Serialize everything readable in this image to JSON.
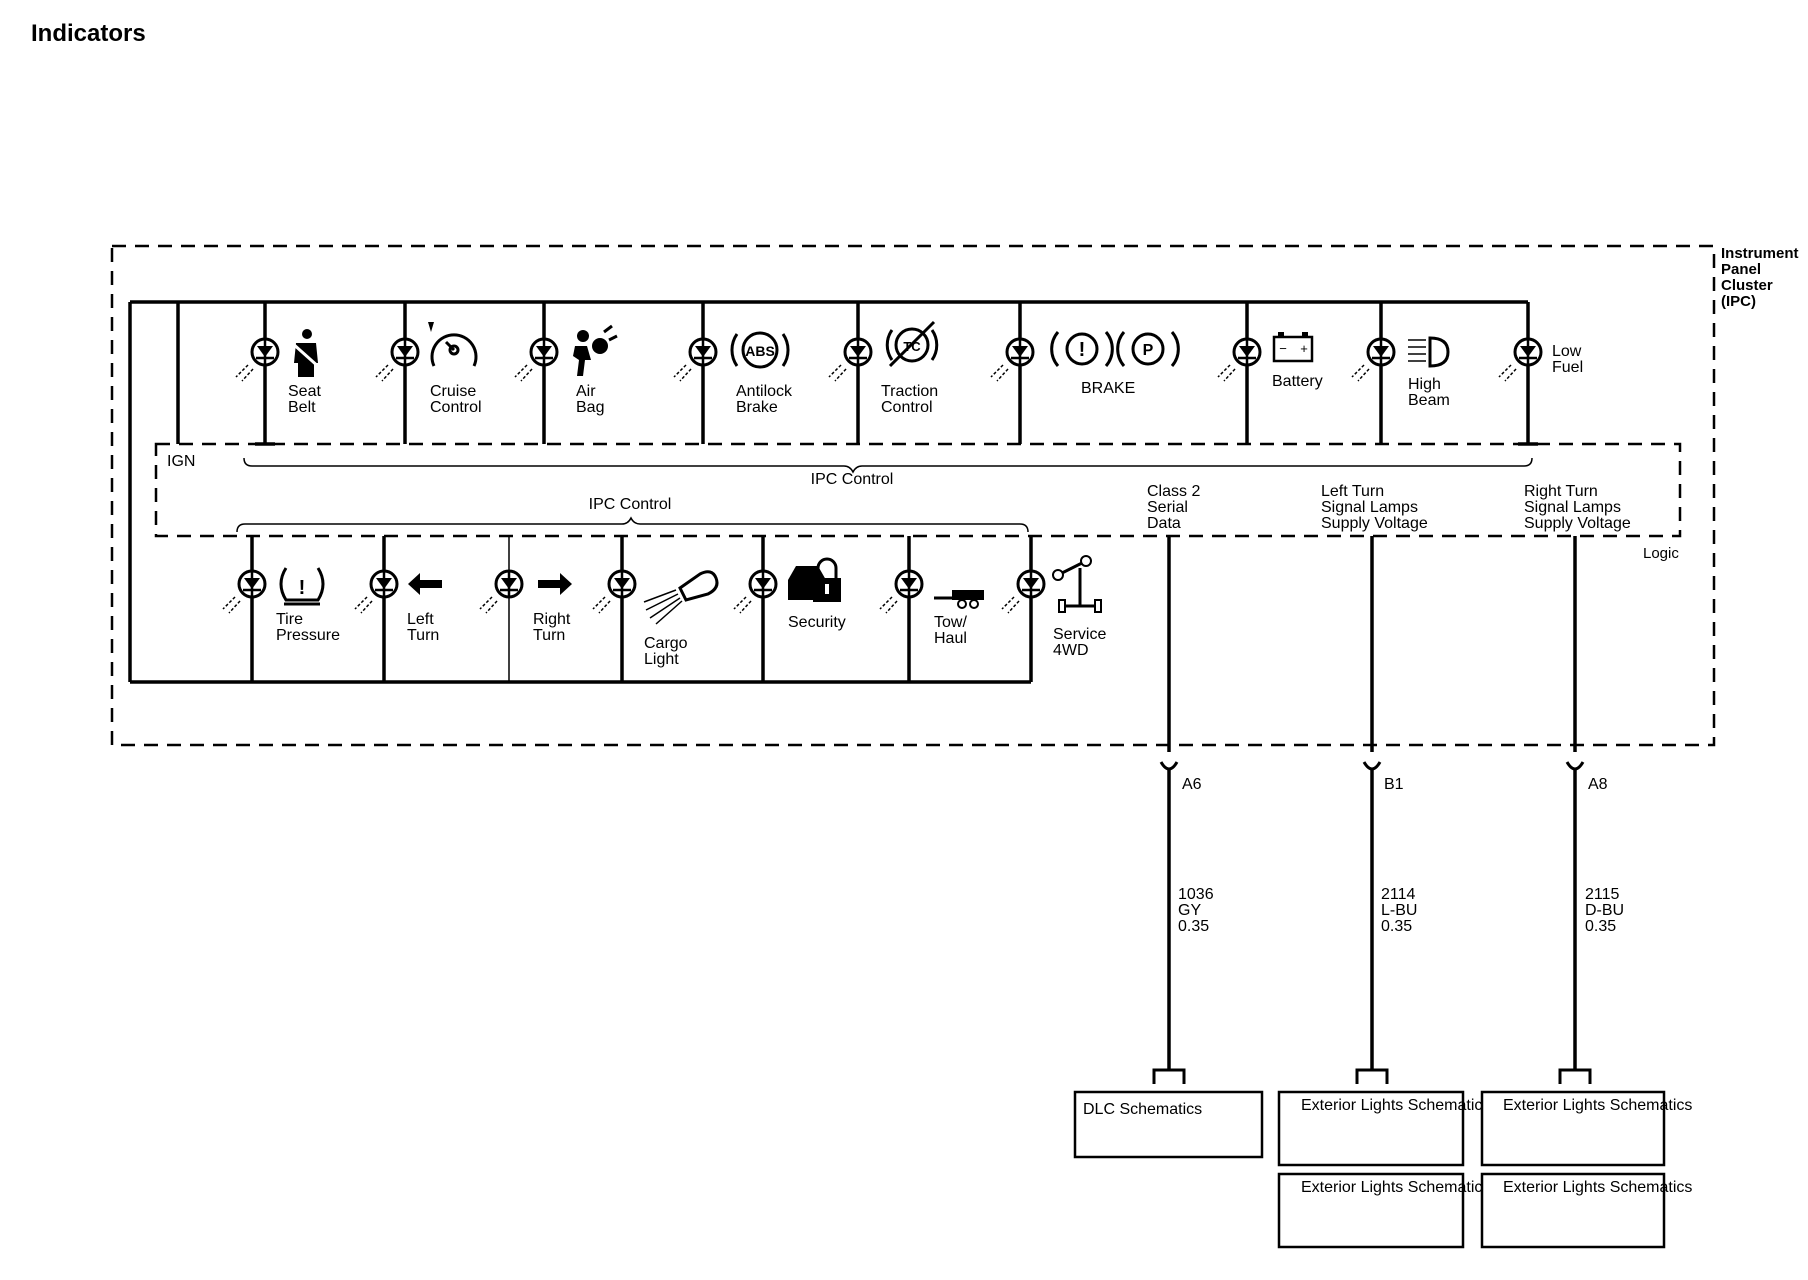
{
  "title": "Indicators",
  "module": {
    "name_lines": [
      "Instrument",
      "Panel",
      "Cluster",
      "(IPC)"
    ],
    "ign_label": "IGN",
    "logic_label": "Logic",
    "ipc_control_top": "IPC Control",
    "ipc_control_bottom": "IPC Control"
  },
  "top_indicators": [
    {
      "icon": "seat-belt-icon",
      "lines": [
        "Seat",
        "Belt"
      ]
    },
    {
      "icon": "cruise-control-icon",
      "lines": [
        "Cruise",
        "Control"
      ]
    },
    {
      "icon": "air-bag-icon",
      "lines": [
        "Air",
        "Bag"
      ]
    },
    {
      "icon": "abs-icon",
      "icon_text": "ABS",
      "lines": [
        "Antilock",
        "Brake"
      ]
    },
    {
      "icon": "traction-control-icon",
      "icon_text": "TC",
      "lines": [
        "Traction",
        "Control"
      ]
    },
    {
      "icon": "brake-icon",
      "icon_text": [
        "!",
        "P"
      ],
      "lines": [
        "BRAKE"
      ]
    },
    {
      "icon": "battery-icon",
      "icon_text": [
        "−",
        "+"
      ],
      "lines": [
        "Battery"
      ]
    },
    {
      "icon": "high-beam-icon",
      "lines": [
        "High",
        "Beam"
      ]
    },
    {
      "icon": "low-fuel-icon",
      "lines": [
        "Low",
        "Fuel"
      ]
    }
  ],
  "bottom_indicators": [
    {
      "icon": "tire-pressure-icon",
      "icon_text": "!",
      "lines": [
        "Tire",
        "Pressure"
      ]
    },
    {
      "icon": "left-arrow-icon",
      "lines": [
        "Left",
        "Turn"
      ]
    },
    {
      "icon": "right-arrow-icon",
      "lines": [
        "Right",
        "Turn"
      ]
    },
    {
      "icon": "cargo-light-icon",
      "lines": [
        "Cargo",
        "Light"
      ]
    },
    {
      "icon": "security-icon",
      "lines": [
        "Security"
      ]
    },
    {
      "icon": "tow-haul-icon",
      "lines": [
        "Tow/",
        "Haul"
      ]
    },
    {
      "icon": "service-4wd-icon",
      "lines": [
        "Service",
        "4WD"
      ]
    }
  ],
  "signals": [
    {
      "label_lines": [
        "Class 2",
        "Serial",
        "Data"
      ],
      "pin": "A6",
      "wire_lines": [
        "1036",
        "GY",
        "0.35"
      ],
      "destinations": [
        "DLC Schematics"
      ]
    },
    {
      "label_lines": [
        "Left Turn",
        "Signal Lamps",
        "Supply Voltage"
      ],
      "pin": "B1",
      "wire_lines": [
        "2114",
        "L-BU",
        "0.35"
      ],
      "destinations": [
        "Exterior Lights Schematics",
        "Exterior Lights Schematics"
      ]
    },
    {
      "label_lines": [
        "Right Turn",
        "Signal Lamps",
        "Supply Voltage"
      ],
      "pin": "A8",
      "wire_lines": [
        "2115",
        "D-BU",
        "0.35"
      ],
      "destinations": [
        "Exterior Lights Schematics",
        "Exterior Lights Schematics"
      ]
    }
  ]
}
